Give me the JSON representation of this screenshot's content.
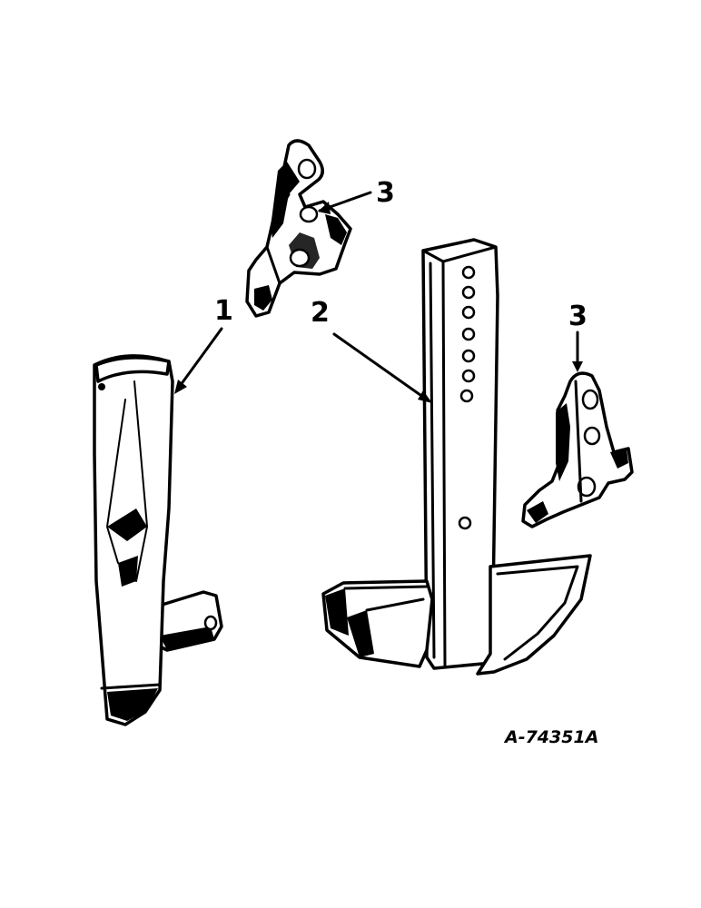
{
  "diagram": {
    "callouts": [
      {
        "id": "1",
        "label": "1"
      },
      {
        "id": "2",
        "label": "2"
      },
      {
        "id": "3a",
        "label": "3"
      },
      {
        "id": "3b",
        "label": "3"
      }
    ],
    "drawing_code": "A-74351A"
  },
  "colors": {
    "ink": "#000000",
    "paper": "#ffffff"
  }
}
